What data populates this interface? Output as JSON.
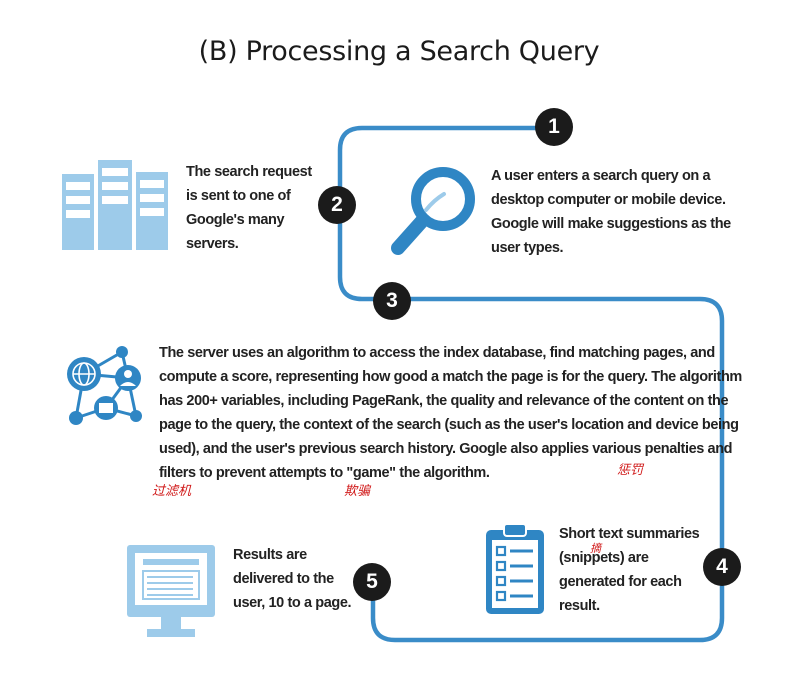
{
  "title": "(B) Processing a Search Query",
  "colors": {
    "flow_line": "#3a8cc8",
    "icon_blue": "#2f86c4",
    "icon_light": "#9dcbea",
    "badge": "#1b1b1b",
    "annotation": "#d01818"
  },
  "steps": [
    {
      "number": "1",
      "icon": "magnifier-icon",
      "text": [
        "A user enters a search query on a",
        "desktop computer or mobile device.",
        "Google will make suggestions as the",
        "user types."
      ]
    },
    {
      "number": "2",
      "icon": "servers-icon",
      "text": [
        "The search request",
        "is sent to one of",
        "Google's many",
        "servers."
      ]
    },
    {
      "number": "3",
      "icon": "network-icon",
      "text": [
        "The server uses an algorithm to access the index database, find matching pages, and",
        "compute a score, representing how good a match the page is for the query. The algorithm",
        "has 200+ variables, including PageRank, the quality and relevance of the content on the",
        "page to the query, the context of the search (such as the user's location and device being",
        "used), and the user's previous search history.  Google also applies various penalties and",
        "filters to prevent attempts to \"game\" the algorithm."
      ]
    },
    {
      "number": "4",
      "icon": "clipboard-checklist-icon",
      "text": [
        "Short text summaries",
        "(snippets) are",
        "generated for each",
        "result."
      ]
    },
    {
      "number": "5",
      "icon": "monitor-icon",
      "text": [
        "Results are",
        "delivered to the",
        "user, 10 to a page."
      ]
    }
  ],
  "annotations": [
    "过滤机",
    "欺骗",
    "惩罚",
    "摘"
  ]
}
